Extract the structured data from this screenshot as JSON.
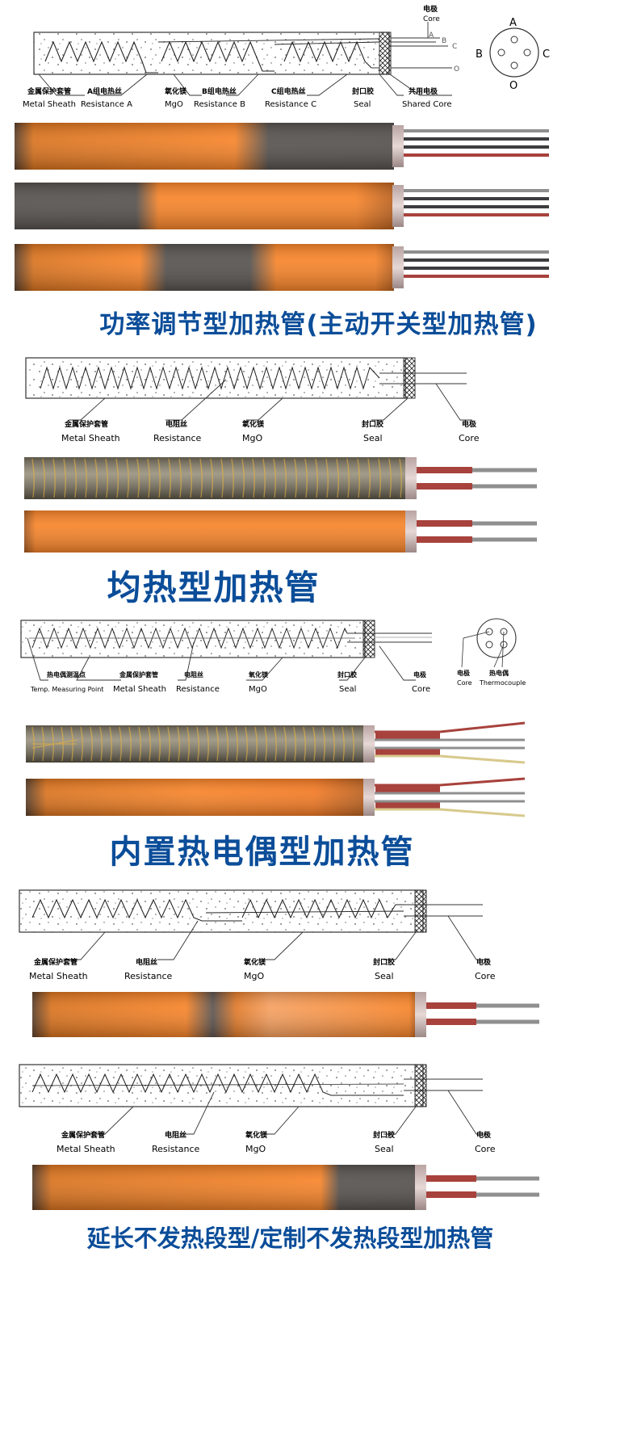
{
  "colors": {
    "heated": "#f6842a",
    "unheated": "#54514f",
    "title": "#0b4d99",
    "lead_red": "#a7423c",
    "lead_grey": "#8f8f8f",
    "thermo_yellow": "#d8c98c"
  },
  "section1": {
    "title": "功率调节型加热管(主动开关型加热管)",
    "labels": {
      "core_cn": "电极",
      "core_en": "Core",
      "sheath_cn": "金属保护套管",
      "sheath_en": "Metal Sheath",
      "resA_cn": "A组电热丝",
      "resA_en": "Resistance A",
      "mgo_cn": "氧化镁",
      "mgo_en": "MgO",
      "resB_cn": "B组电热丝",
      "resB_en": "Resistance B",
      "resC_cn": "C组电热丝",
      "resC_en": "Resistance C",
      "seal_cn": "封口胶",
      "seal_en": "Seal",
      "shared_cn": "共用电极",
      "shared_en": "Shared Core"
    },
    "wire_letters": [
      "A",
      "B",
      "C",
      "O"
    ],
    "socket_letters": [
      "A",
      "B",
      "C",
      "O"
    ]
  },
  "section2": {
    "title": "均热型加热管",
    "labels": {
      "sheath_cn": "金属保护套管",
      "sheath_en": "Metal Sheath",
      "res_cn": "电阻丝",
      "res_en": "Resistance",
      "mgo_cn": "氧化镁",
      "mgo_en": "MgO",
      "seal_cn": "封口胶",
      "seal_en": "Seal",
      "core_cn": "电极",
      "core_en": "Core"
    }
  },
  "section3": {
    "title": "内置热电偶型加热管",
    "labels": {
      "temp_cn": "热电偶测温点",
      "temp_en": "Temp. Measuring Point",
      "sheath_cn": "金属保护套管",
      "sheath_en": "Metal Sheath",
      "res_cn": "电阻丝",
      "res_en": "Resistance",
      "mgo_cn": "氧化镁",
      "mgo_en": "MgO",
      "seal_cn": "封口胶",
      "seal_en": "Seal",
      "core_cn": "电极",
      "core_en": "Core",
      "s_core_cn": "电极",
      "s_core_en": "Core",
      "thermo_cn": "热电偶",
      "thermo_en": "Thermocouple"
    }
  },
  "section4": {
    "title": "延长不发热段型/定制不发热段型加热管",
    "labels1": {
      "sheath_cn": "金属保护套管",
      "sheath_en": "Metal Sheath",
      "res_cn": "电阻丝",
      "res_en": "Resistance",
      "mgo_cn": "氧化镁",
      "mgo_en": "MgO",
      "seal_cn": "封口胶",
      "seal_en": "Seal",
      "core_cn": "电极",
      "core_en": "Core"
    },
    "labels2": {
      "sheath_cn": "金属保护套管",
      "sheath_en": "Metal Sheath",
      "res_cn": "电阻丝",
      "res_en": "Resistance",
      "mgo_cn": "氧化镁",
      "mgo_en": "MgO",
      "seal_cn": "封口胶",
      "seal_en": "Seal",
      "core_cn": "电极",
      "core_en": "Core"
    }
  }
}
